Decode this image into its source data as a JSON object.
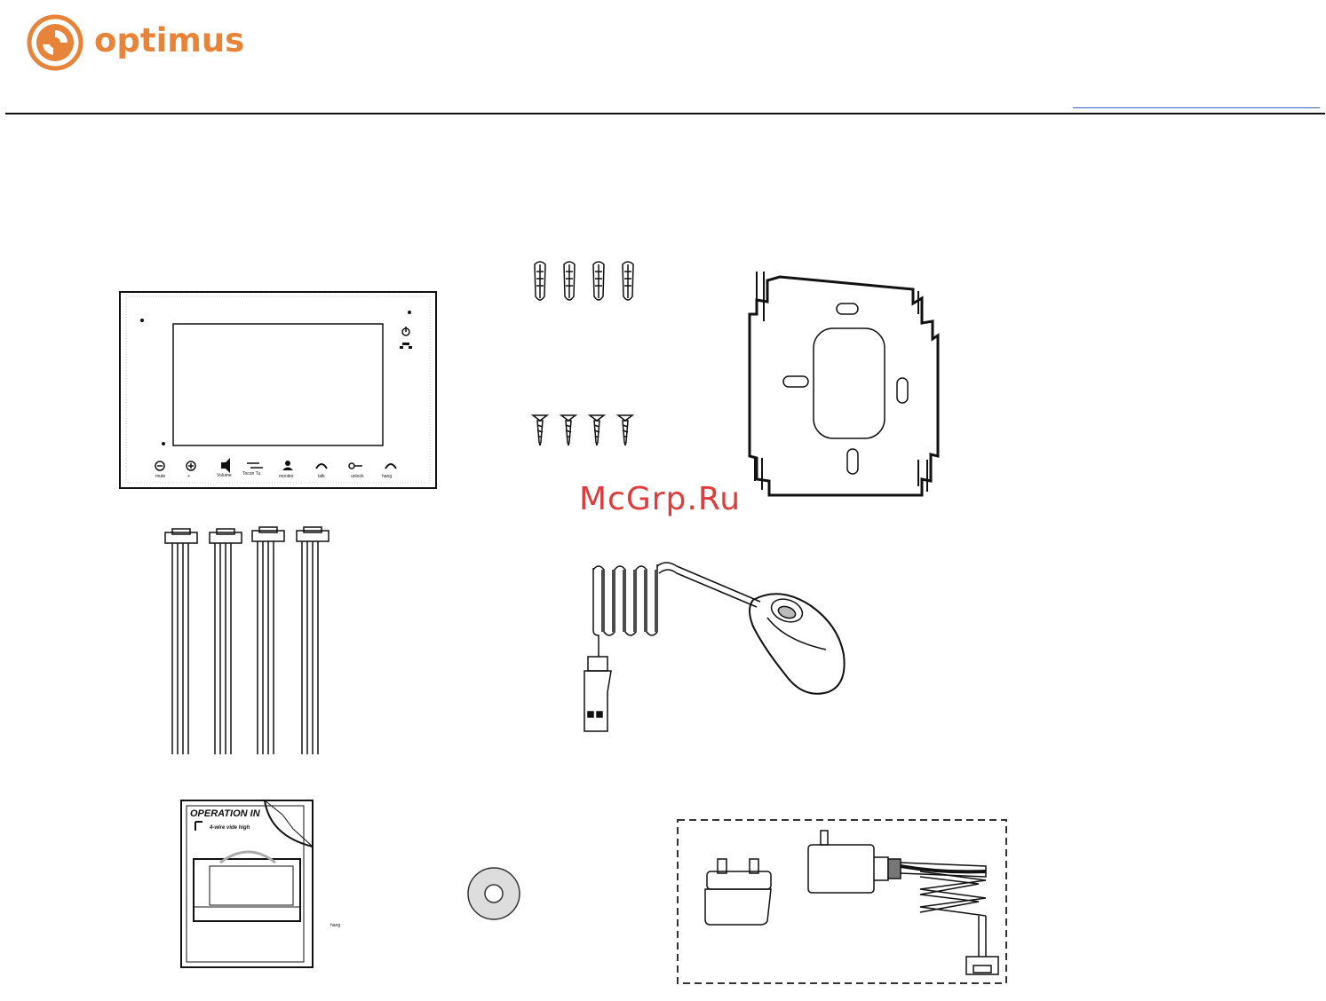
{
  "header": {
    "brand": "optimus",
    "accent_color": "#e8833a"
  },
  "watermark": {
    "text": "McGrp.Ru",
    "color": "#e13a3a"
  },
  "monitor": {
    "button_labels": [
      "",
      "",
      "Volume",
      "Tocon Tu",
      "",
      "",
      "",
      ""
    ]
  },
  "manual": {
    "title": "OPERATION IN"
  },
  "package_items": [
    "indoor-monitor",
    "wall-plugs",
    "screws",
    "mounting-bracket",
    "connection-cables",
    "usb-mouse",
    "operation-manual",
    "disc",
    "power-adapter"
  ]
}
